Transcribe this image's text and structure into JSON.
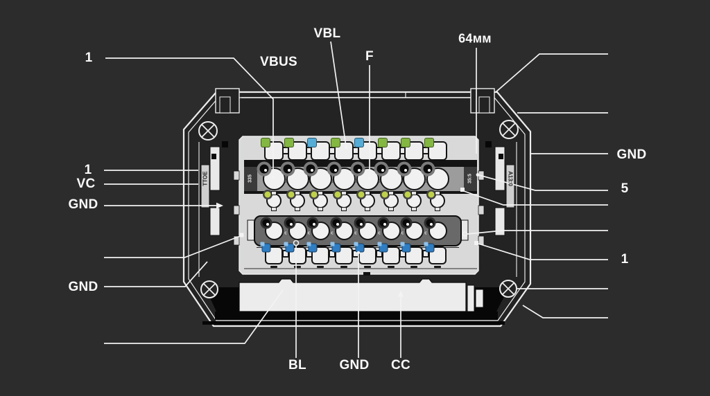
{
  "colors": {
    "background": "#2d2c2c",
    "line": "#f0f0f0",
    "panel": "#d9d9d9",
    "bar": "#696969"
  },
  "labels": {
    "top_left_1": "1",
    "vbus": "VBUS",
    "vbl": "VBL",
    "f": "F",
    "dim_64mm": "64мм",
    "left_1": "1",
    "left_vc": "VC",
    "left_gnd_upper": "GND",
    "left_gnd_lower": "GND",
    "right_gnd": "GND",
    "right_5": "5",
    "right_1": "1",
    "bottom_bl": "BL",
    "bottom_gnd": "GND",
    "bottom_cc": "CC"
  },
  "silkscreen": {
    "left_rail": "TTOE",
    "right_rail": "A13:0",
    "row2_left": "335",
    "row2_right": "35:5"
  },
  "connector": {
    "coax_mark": "c",
    "pin_columns_x": [
      395,
      429,
      462,
      496,
      530,
      564,
      597,
      631
    ],
    "palette": {
      "green": "#84b742",
      "blue": "#55acd6",
      "yellow_green": "#bfd04a",
      "blue_dark": "#2f7dc2",
      "black": "#0a0a0a"
    },
    "rows": [
      {
        "id": "row1",
        "colors": [
          "green",
          "green",
          "blue",
          "green",
          "blue",
          "green",
          "green",
          "green"
        ]
      },
      {
        "id": "row2",
        "colors": [
          "black",
          "black",
          "black",
          "black",
          "black",
          "black",
          "black",
          "black"
        ]
      },
      {
        "id": "row3",
        "colors": [
          "yellow_green",
          "yellow_green",
          "yellow_green",
          "yellow_green",
          "yellow_green",
          "yellow_green",
          "yellow_green",
          "yellow_green"
        ]
      },
      {
        "id": "row4",
        "colors": [
          "black",
          "black",
          "black",
          "black",
          "black",
          "black",
          "black",
          "black"
        ]
      },
      {
        "id": "row5",
        "colors": [
          "blue_dark",
          "blue_dark",
          "blue_dark",
          "blue_dark",
          "blue_dark",
          "blue_dark",
          "blue_dark",
          "blue_dark"
        ]
      }
    ]
  }
}
